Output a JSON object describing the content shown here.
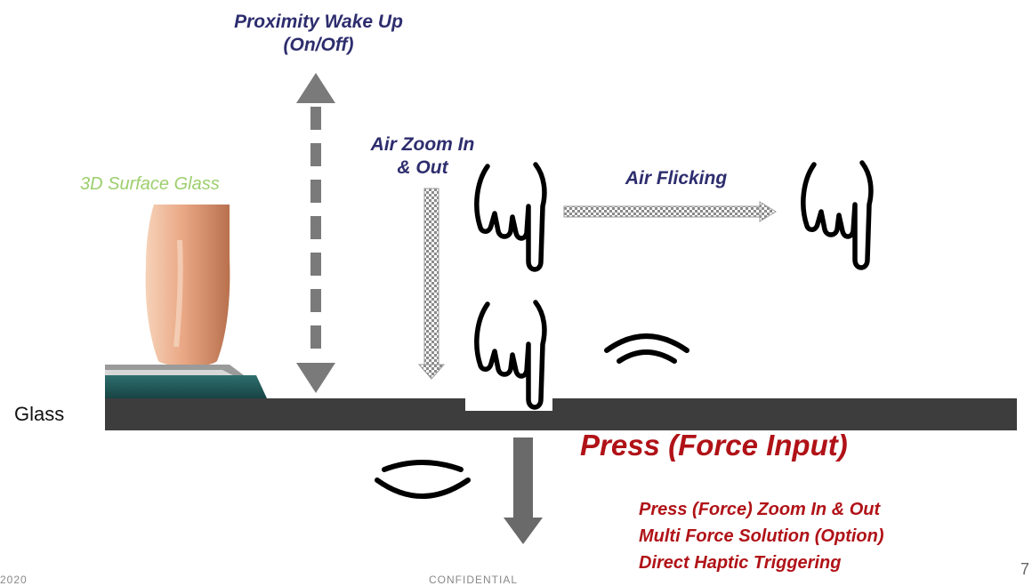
{
  "labels": {
    "proximity_line1": "Proximity Wake Up",
    "proximity_line2": "(On/Off)",
    "air_zoom_line1": "Air Zoom In",
    "air_zoom_line2": "& Out",
    "air_flicking": "Air Flicking",
    "surface_glass": "3D Surface Glass",
    "glass": "Glass",
    "press_title": "Press (Force Input)"
  },
  "press_features": [
    "Press (Force) Zoom In & Out",
    "Multi Force Solution (Option)",
    "Direct Haptic Triggering"
  ],
  "footer": {
    "left": "2020",
    "center": "CONFIDENTIAL",
    "page_number": "7"
  },
  "colors": {
    "label_blue": "#2d2d6e",
    "label_green": "#9ccf6c",
    "label_red": "#b01217",
    "glass_dark": "#3d3d3d",
    "arrow_gray": "#7a7a7a",
    "phone_teal": "#1f5a5a"
  },
  "icons": [
    "pointing-hand-icon",
    "haptic-wave-icon",
    "finger-photo"
  ]
}
